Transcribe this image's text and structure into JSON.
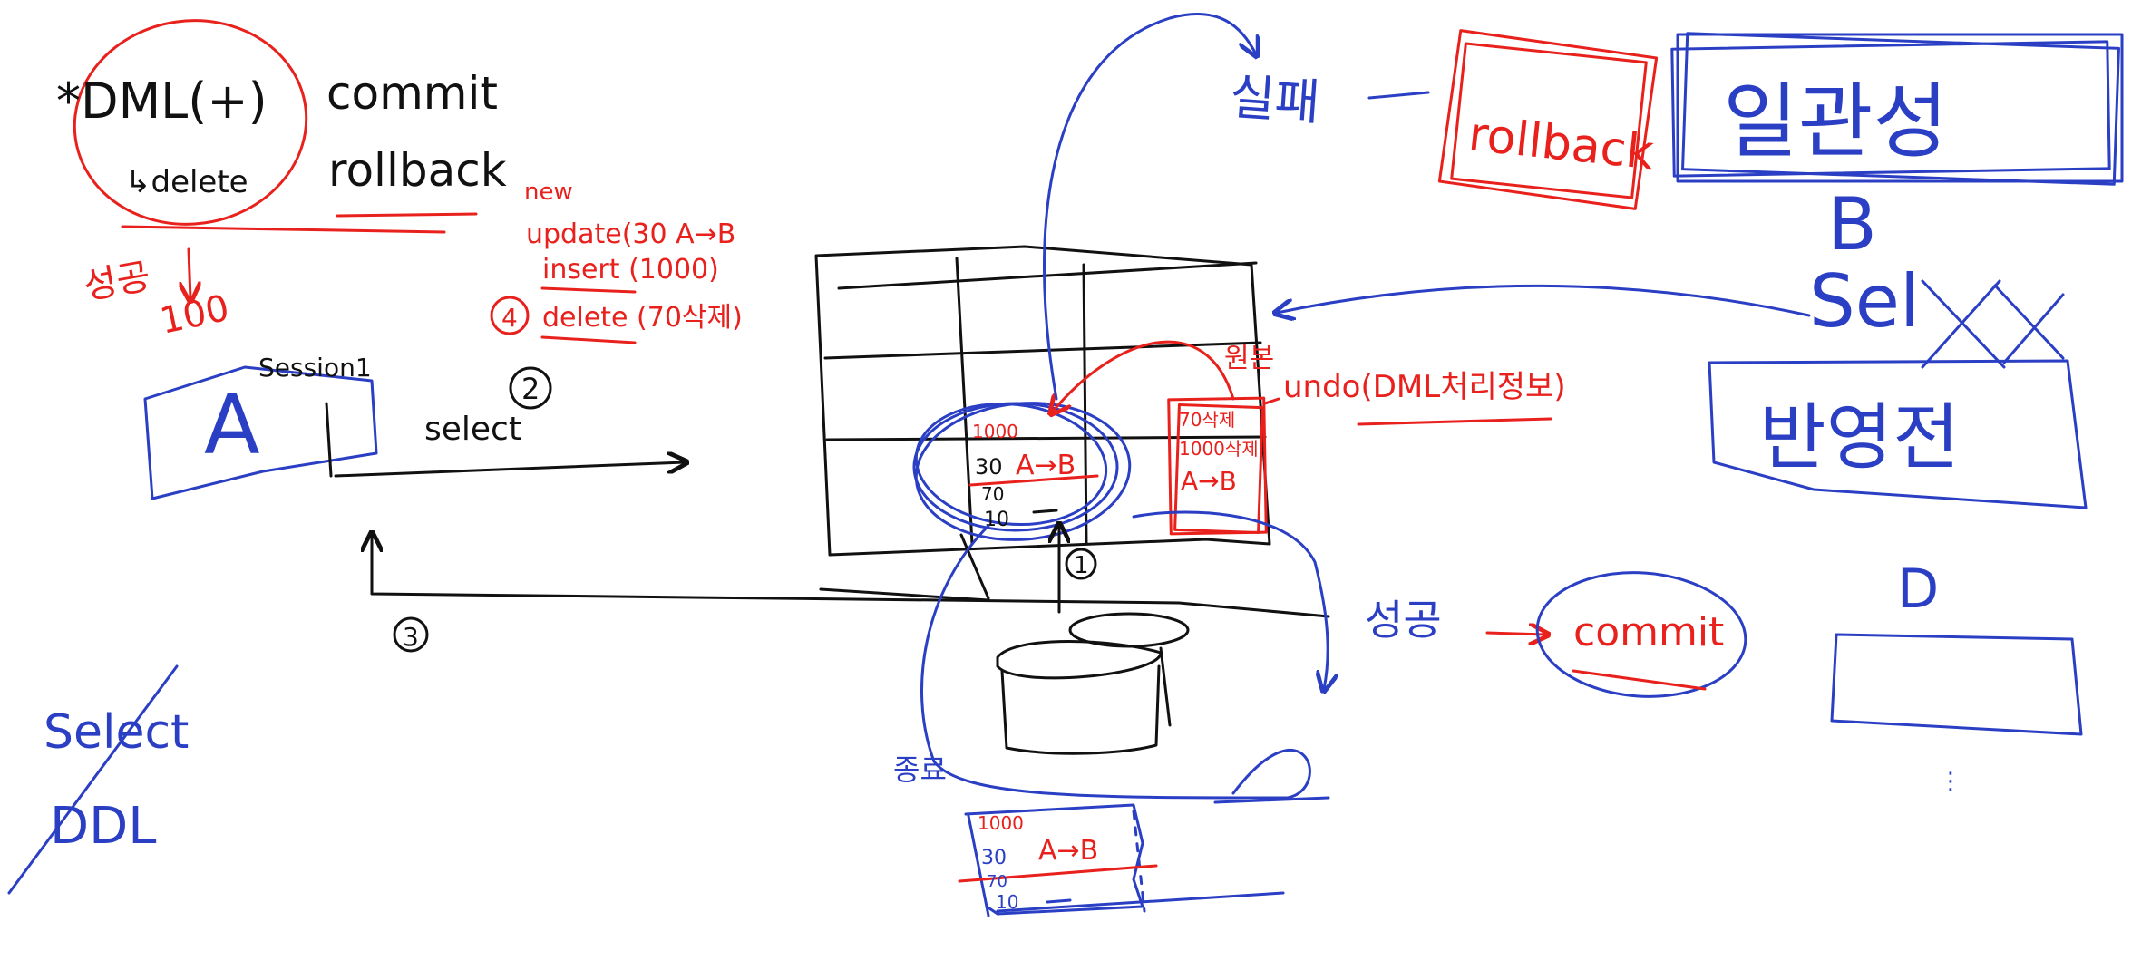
{
  "colors": {
    "black": "#111111",
    "red": "#e8211d",
    "blue": "#2a3fc4",
    "background": "#ffffff"
  },
  "notes": {
    "dml_title": "*DML(+)",
    "dml_sub": "↳delete",
    "commit": "commit",
    "rollback": "rollback",
    "red_left_chars": "성공",
    "red_left_num": "100",
    "session_label": "Session1",
    "box_a": "A",
    "select": "select",
    "step_1": "1",
    "step_2": "2",
    "step_3": "3",
    "step_4": "4",
    "red_list_header": "new",
    "red_list_update": "update(30 A→B",
    "red_list_insert": "insert (1000)",
    "red_list_delete": "delete (70삭제)",
    "undo_label": "undo(DML처리정보)",
    "red_arrow_label": "원본",
    "undo_box_line1": "70삭제",
    "undo_box_line2": "1000삭제",
    "undo_box_line3": "A→B",
    "circle_row1": "1000",
    "circle_row2_num": "30",
    "circle_row2_val": "A→B",
    "circle_row3": "70",
    "circle_row4": "10",
    "bottom_label": "종료",
    "bottom_row1": "1000",
    "bottom_row2_num": "30",
    "bottom_row2_val": "A→B",
    "bottom_row3": "70",
    "bottom_row4": "10",
    "failure": "실패",
    "rollback_box": "rollback",
    "success": "성공",
    "commit_bubble": "commit",
    "right_box_top": "일관성",
    "right_b": "B",
    "right_sel": "Sel",
    "right_box_mid": "반영전",
    "right_d": "D",
    "left_select": "Select",
    "left_ddl": "DDL"
  }
}
